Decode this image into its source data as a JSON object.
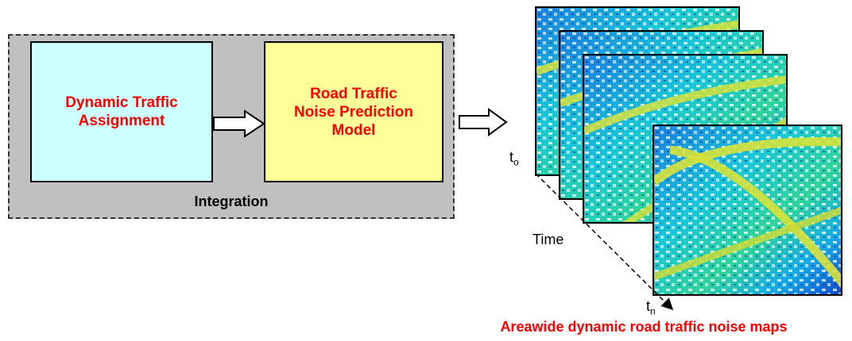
{
  "integration": {
    "label": "Integration"
  },
  "dta_box": {
    "label": "Dynamic Traffic\nAssignment"
  },
  "noise_box": {
    "label": "Road Traffic\nNoise Prediction\nModel"
  },
  "timeline": {
    "time_label": "Time",
    "t0_base": "t",
    "t0_sub": "o",
    "tn_base": "t",
    "tn_sub": "n"
  },
  "caption": "Areawide dynamic road traffic noise maps",
  "colors": {
    "integration_bg": "#c0c0c0",
    "dta_bg": "#ccffff",
    "noise_bg": "#ffff99",
    "label_red": "#ff0000"
  }
}
